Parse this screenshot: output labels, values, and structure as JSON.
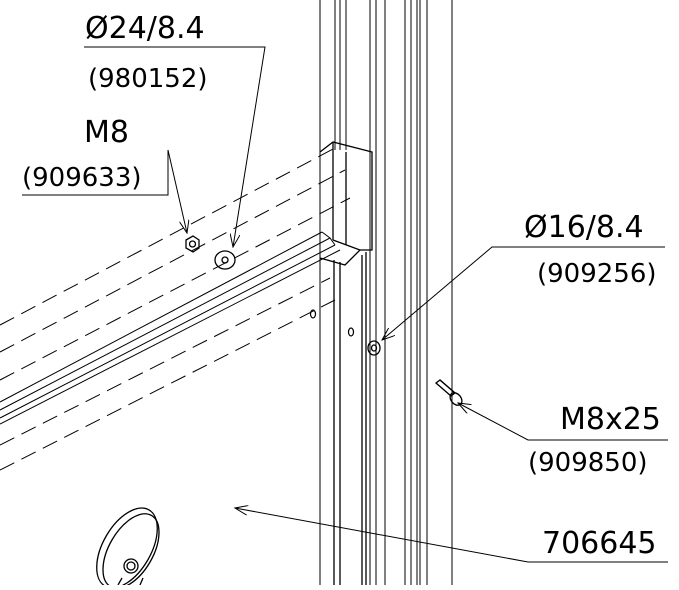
{
  "callouts": {
    "washer_large": {
      "size": "Ø24/8.4",
      "part": "(980152)"
    },
    "nut": {
      "size": "M8",
      "part": "(909633)"
    },
    "washer_small": {
      "size": "Ø16/8.4",
      "part": "(909256)"
    },
    "bolt": {
      "size": "M8x25",
      "part": "(909850)"
    },
    "panel": {
      "part": "706645"
    }
  },
  "colors": {
    "line": "#000000",
    "background": "#ffffff"
  }
}
